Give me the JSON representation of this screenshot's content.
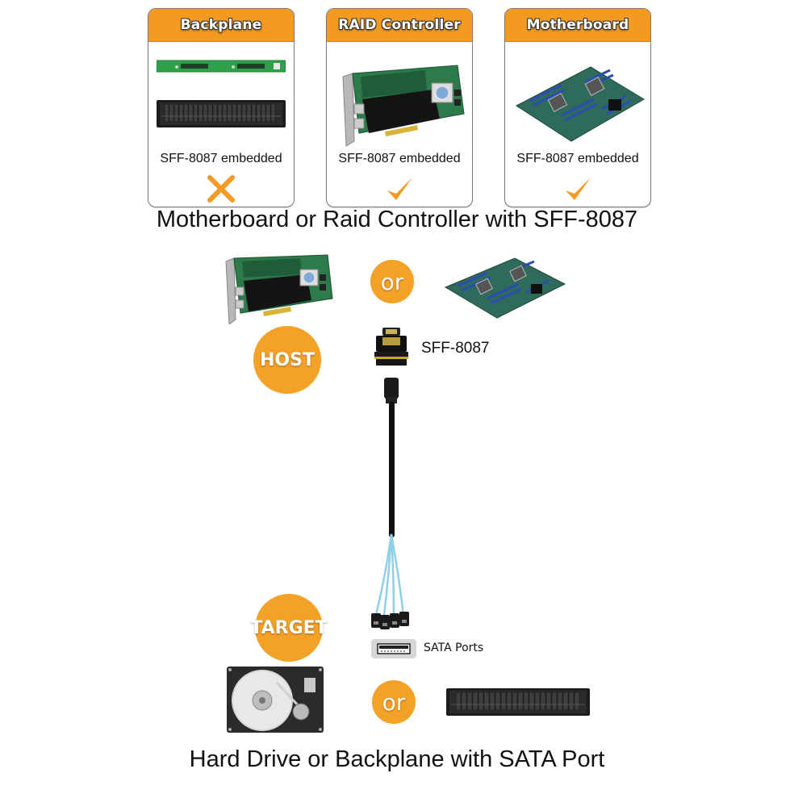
{
  "cards": [
    {
      "title": "Backplane",
      "label": "SFF-8087 embedded",
      "status": "cross-icon",
      "supported": false
    },
    {
      "title": "RAID Controller",
      "label": "SFF-8087 embedded",
      "status": "check-icon",
      "supported": true
    },
    {
      "title": "Motherboard",
      "label": "SFF-8087 embedded",
      "status": "check-icon",
      "supported": true
    }
  ],
  "top_heading": "Motherboard or Raid Controller with SFF-8087",
  "host": {
    "or_label": "or",
    "badge": "HOST",
    "connector_label": "SFF-8087"
  },
  "target": {
    "badge": "TARGET",
    "port_label": "SATA Ports",
    "or_label": "or"
  },
  "bottom_heading": "Hard Drive or Backplane with SATA Port",
  "colors": {
    "accent_orange": "#f29a21",
    "circle_orange": "#f4a127",
    "cable_black": "#1a1a1a",
    "sata_wire_blue": "#8fd0e8"
  }
}
